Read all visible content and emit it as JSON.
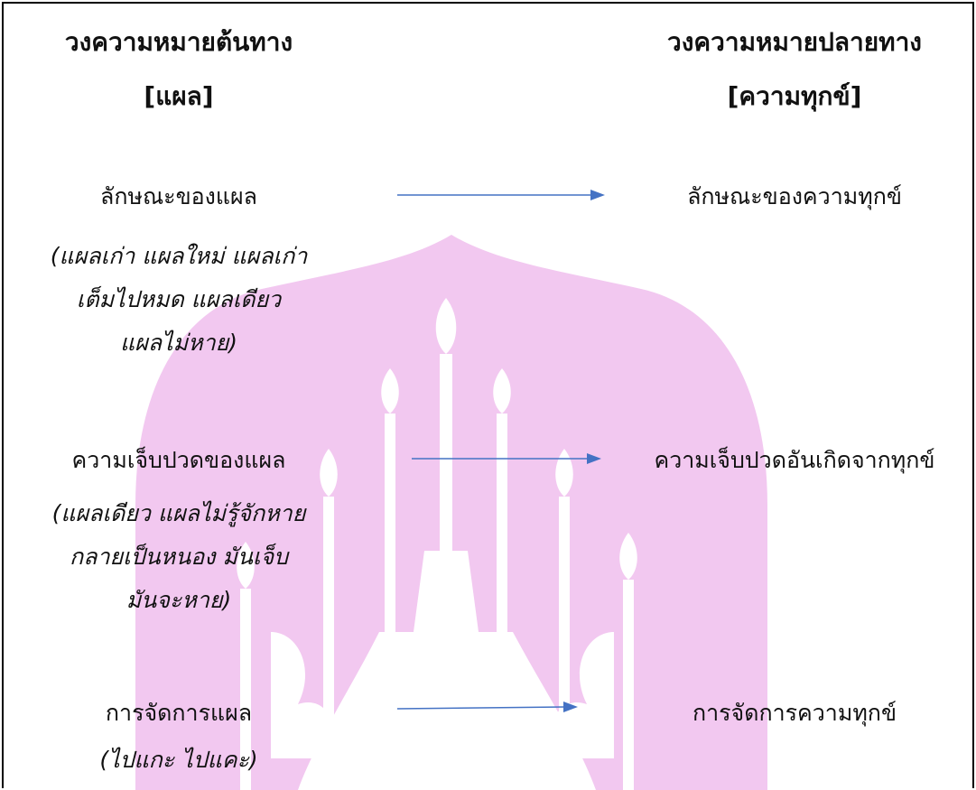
{
  "left_column": {
    "title": "วงความหมายต้นทาง",
    "subtitle": "[แผล]"
  },
  "right_column": {
    "title": "วงความหมายปลายทาง",
    "subtitle": "[ความทุกข์]"
  },
  "mappings": [
    {
      "source": "ลักษณะของแผล",
      "source_notes": [
        "(แผลเก่า แผลใหม่ แผลเก่า",
        "เต็มไปหมด แผลเดียว",
        "แผลไม่หาย)"
      ],
      "target": "ลักษณะของความทุกข์"
    },
    {
      "source": "ความเจ็บปวดของแผล",
      "source_notes": [
        "(แผลเดียว แผลไม่รู้จักหาย",
        "กลายเป็นหนอง มันเจ็บ",
        "มันจะหาย)"
      ],
      "target": "ความเจ็บปวดอันเกิดจากทุกข์"
    },
    {
      "source": "การจัดการแผล",
      "source_notes": [
        "(ไปแกะ ไปแคะ)"
      ],
      "target": "การจัดการความทุกข์"
    }
  ],
  "colors": {
    "arrow": "#4472c4",
    "watermark": "#f2c8f0",
    "text": "#111111"
  },
  "icons": {
    "watermark": "temple-silhouette-watermark",
    "arrow": "right-arrow-icon"
  }
}
